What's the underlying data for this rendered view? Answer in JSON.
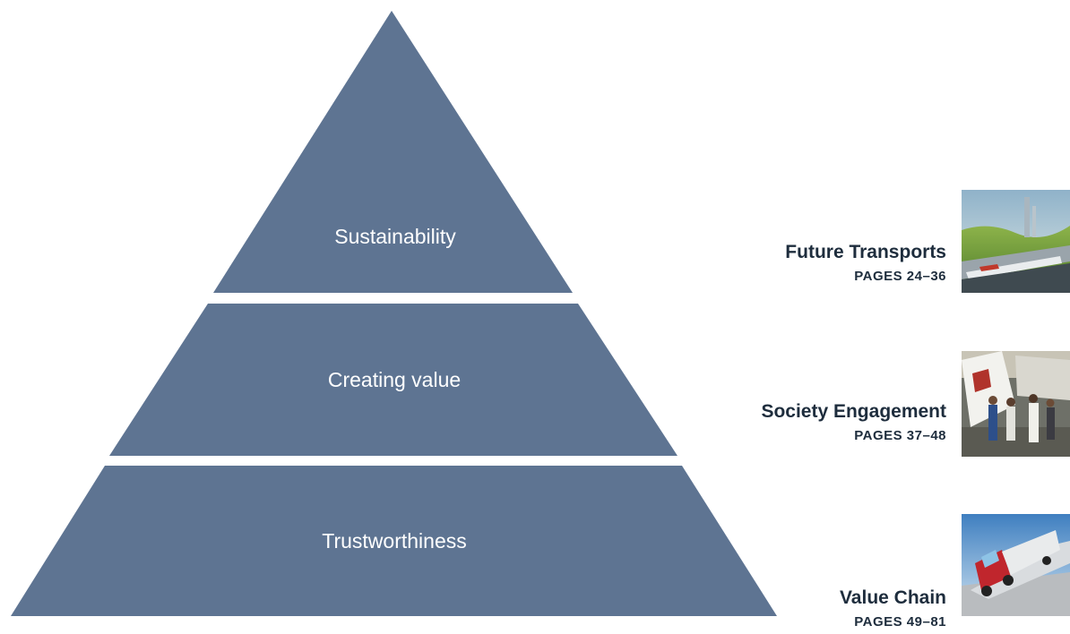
{
  "pyramid": {
    "color": "#5e7492",
    "tiers": [
      {
        "label": "Sustainability"
      },
      {
        "label": "Creating value"
      },
      {
        "label": "Trustworthiness"
      }
    ]
  },
  "sections": [
    {
      "title": "Future Transports",
      "pages": "PAGES 24–36",
      "image": "futuristic-vehicle-landscape-photo"
    },
    {
      "title": "Society Engagement",
      "pages": "PAGES 37–48",
      "image": "people-at-truck-workshop-photo"
    },
    {
      "title": "Value Chain",
      "pages": "PAGES 49–81",
      "image": "red-truck-on-highway-photo"
    }
  ]
}
